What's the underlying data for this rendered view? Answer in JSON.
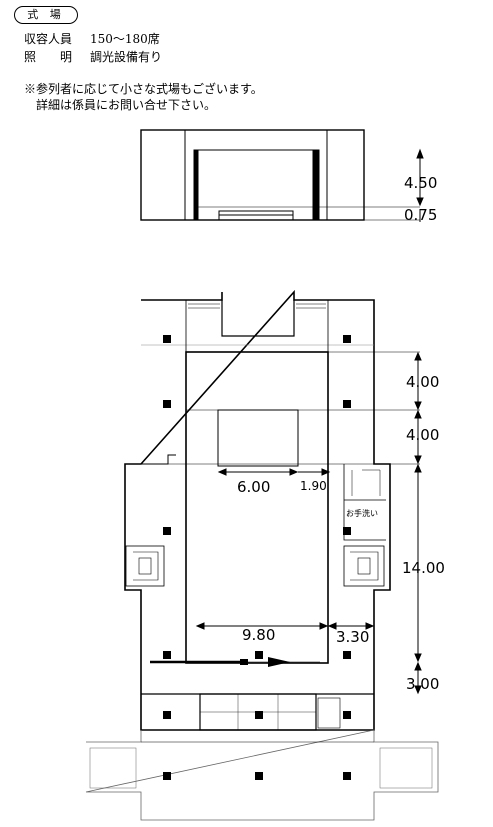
{
  "header": {
    "badge": "式 場",
    "capacity_label": "収容人員",
    "capacity_value": "150〜180席",
    "lighting_label": "照　　明",
    "lighting_value": "調光設備有り"
  },
  "notes": {
    "line1": "※参列者に応じて小さな式場もございます。",
    "line2": "詳細は係員にお問い合せ下さい。"
  },
  "elevation": {
    "dim_upper": "4.50",
    "dim_lower": "0.75"
  },
  "plan": {
    "dim_top": "4.00",
    "dim_second": "4.00",
    "dim_right": "14.00",
    "dim_bottom": "3.00",
    "dim_altar_width": "6.00",
    "dim_altar_side": "1.90",
    "dim_hall_width": "9.80",
    "dim_side_aisle": "3.30",
    "restroom_label": "お手洗い"
  }
}
